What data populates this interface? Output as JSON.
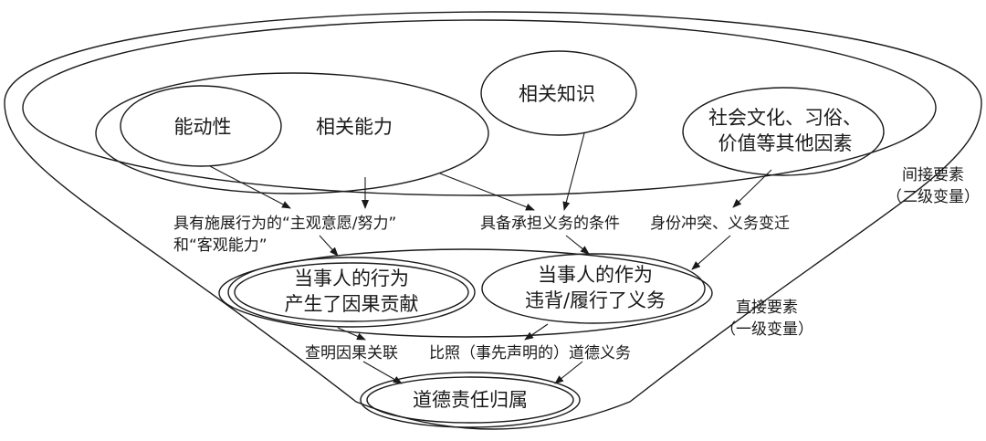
{
  "nodes": {
    "nengdongxing": "能动性",
    "xiangguan_nengli": "相关能力",
    "xiangguan_zhishi": "相关知识",
    "shehui_line1": "社会文化、习俗、",
    "shehui_line2": "价值等其他因素",
    "xingwei_line1": "当事人的行为",
    "xingwei_line2": "产生了因果贡献",
    "zuowei_line1": "当事人的作为",
    "zuowei_line2": "违背/履行了义务",
    "guishu": "道德责任归属"
  },
  "labels": {
    "juyou_line1": "具有施展行为的“主观意愿/努力”",
    "juyou_line2": "和“客观能力”",
    "jubei": "具备承担义务的条件",
    "shenfen": "身份冲突、义务变迁",
    "chaming": "查明因果关联",
    "bizhao": "比照（事先声明的）道德义务"
  },
  "levels": {
    "indirect_line1": "间接要素",
    "indirect_line2": "（二级变量）",
    "direct_line1": "直接要素",
    "direct_line2": "（一级变量）"
  }
}
